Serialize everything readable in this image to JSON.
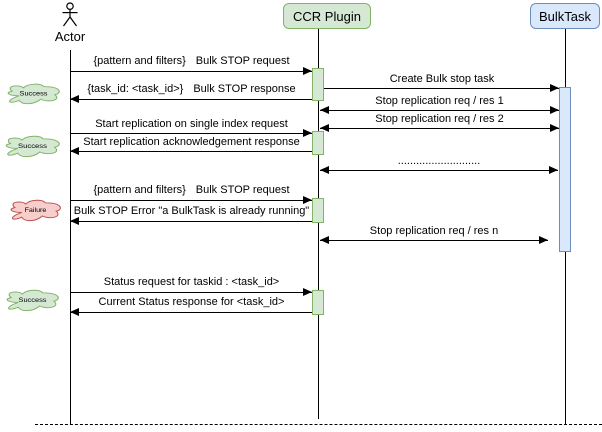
{
  "diagram": {
    "participants": [
      {
        "name": "Actor",
        "kind": "person"
      },
      {
        "name": "CCR Plugin",
        "kind": "component"
      },
      {
        "name": "BulkTask",
        "kind": "component"
      }
    ],
    "badges": [
      {
        "label": "Success",
        "status": "success"
      },
      {
        "label": "Success",
        "status": "success"
      },
      {
        "label": "Failure",
        "status": "failure"
      },
      {
        "label": "Success",
        "status": "success"
      }
    ],
    "messages": [
      {
        "annotation": "{pattern and filters}",
        "label": "Bulk STOP request",
        "from": "Actor",
        "to": "CCR Plugin"
      },
      {
        "label": "Create Bulk stop task",
        "from": "CCR Plugin",
        "to": "BulkTask"
      },
      {
        "annotation": "{task_id: <task_id>}",
        "label": "Bulk STOP response",
        "from": "CCR Plugin",
        "to": "Actor"
      },
      {
        "label": "Stop replication req / res 1",
        "from": "BulkTask",
        "to": "CCR Plugin",
        "bidirectional": true
      },
      {
        "label": "Stop replication req / res 2",
        "from": "BulkTask",
        "to": "CCR Plugin",
        "bidirectional": true
      },
      {
        "label": "Start replication on single index request",
        "from": "Actor",
        "to": "CCR Plugin"
      },
      {
        "label": "Start replication acknowledgement response",
        "from": "CCR Plugin",
        "to": "Actor"
      },
      {
        "label": "...........................",
        "from": "BulkTask",
        "to": "CCR Plugin",
        "bidirectional": true
      },
      {
        "annotation": "{pattern and filters}",
        "label": "Bulk STOP request",
        "from": "Actor",
        "to": "CCR Plugin"
      },
      {
        "label": "Bulk STOP Error \"a BulkTask is already running\"",
        "from": "CCR Plugin",
        "to": "Actor"
      },
      {
        "label": "Stop replication req / res n",
        "from": "BulkTask",
        "to": "CCR Plugin",
        "bidirectional": true
      },
      {
        "label": "Status request for taskid : <task_id>",
        "from": "Actor",
        "to": "CCR Plugin"
      },
      {
        "label": "Current Status response for <task_id>",
        "from": "CCR Plugin",
        "to": "Actor"
      }
    ],
    "colors": {
      "component_green_fill": "#d5e8d4",
      "component_green_stroke": "#82b366",
      "component_blue_fill": "#dae8fc",
      "component_blue_stroke": "#6c8ebf",
      "failure_fill": "#f8cecc",
      "failure_stroke": "#b85450"
    }
  }
}
